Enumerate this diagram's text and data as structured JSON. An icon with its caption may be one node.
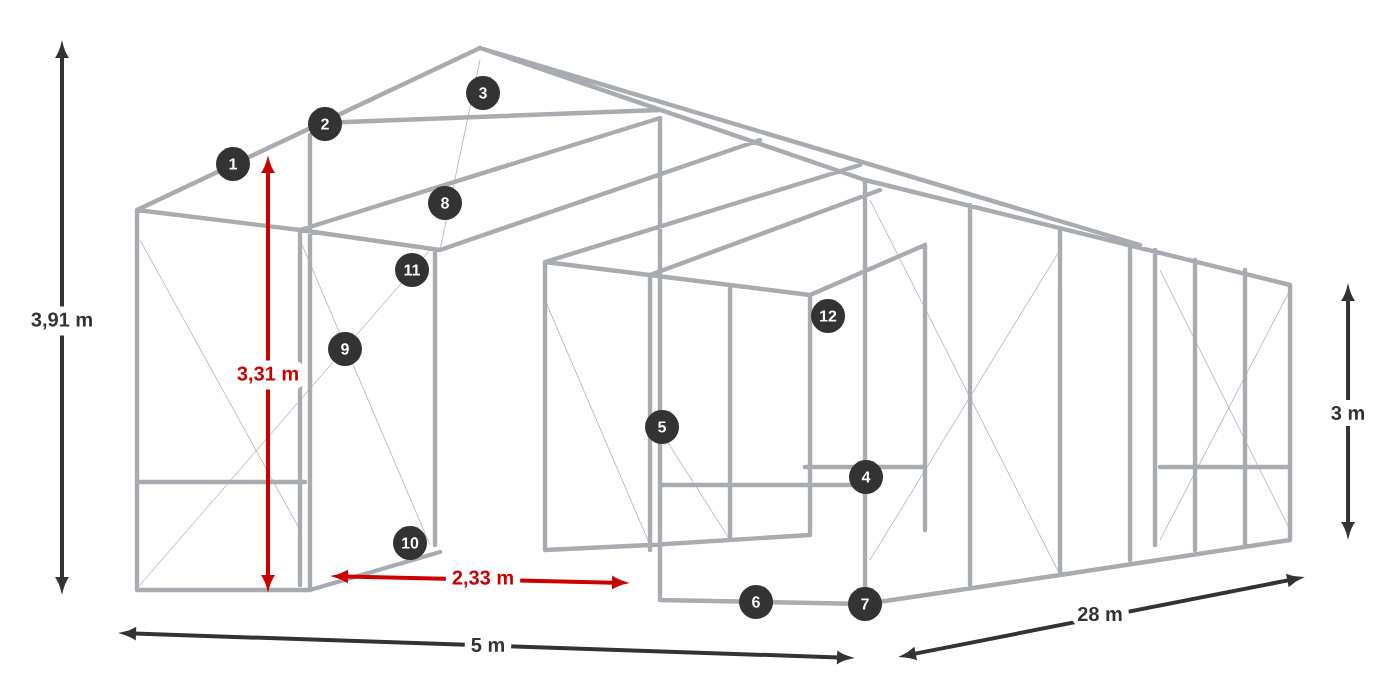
{
  "diagram": {
    "labels": [
      "3",
      "2",
      "1",
      "8",
      "11",
      "12",
      "3,91 m",
      "9",
      "3,31 m",
      "3 m",
      "5",
      "4",
      "10",
      "2,33 m",
      "6",
      "7",
      "28 m",
      "5 m"
    ]
  }
}
